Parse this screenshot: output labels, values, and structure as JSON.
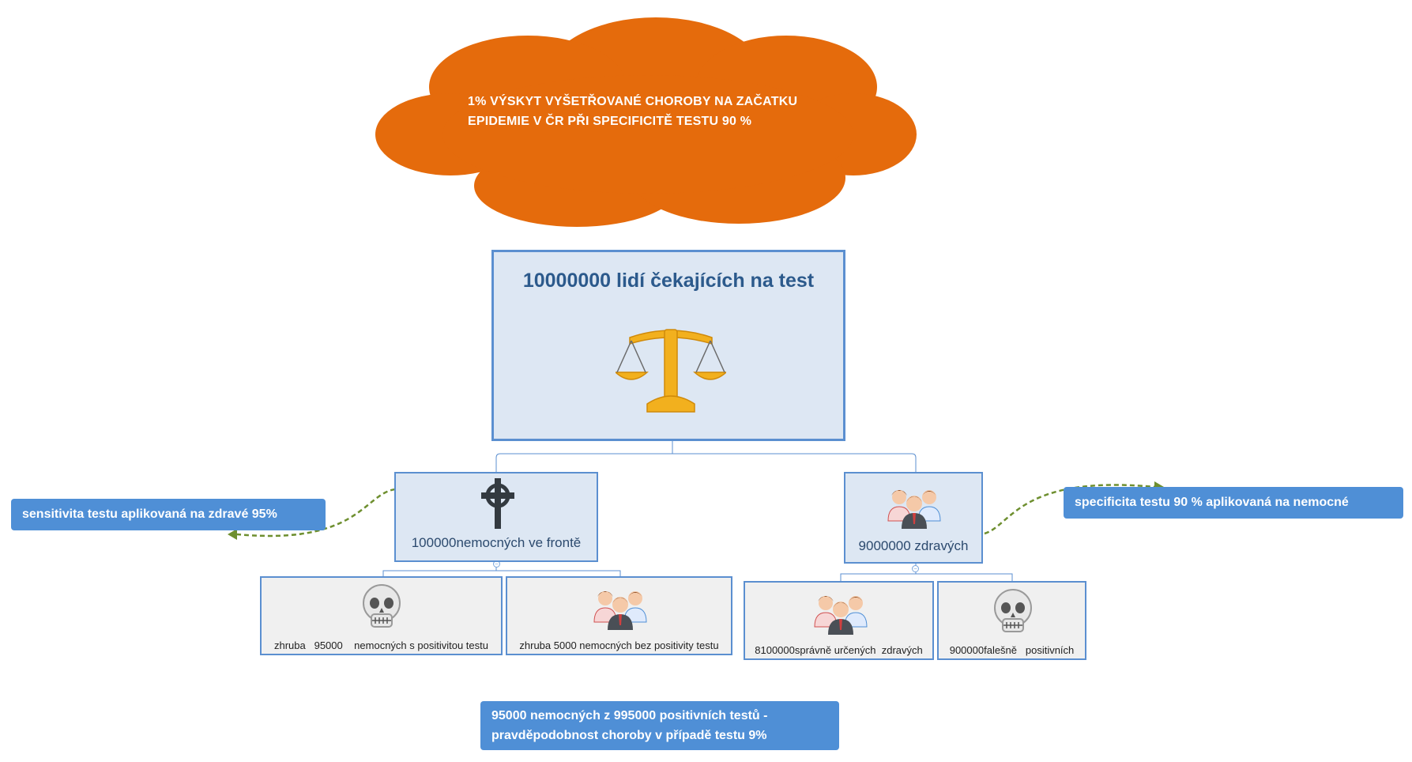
{
  "cloud": {
    "line1": "1% VÝSKYT VYŠETŘOVANÉ CHOROBY NA  ZAČATKU",
    "line2": "EPIDEMIE  V  ČR PŘI SPECIFICITĚ  TESTU 90  %",
    "color": "#e56b0c"
  },
  "root": {
    "title": "10000000 lidí čekajících na  test",
    "icon": "scales-icon"
  },
  "left_branch": {
    "label": "100000nemocných ve frontě",
    "icon": "celtic-cross-icon",
    "children": [
      {
        "label": "zhruba   95000    nemocných s positivitou testu",
        "icon": "skull-icon"
      },
      {
        "label": "zhruba 5000 nemocných bez positivity testu",
        "icon": "group-icon"
      }
    ]
  },
  "right_branch": {
    "label": "9000000 zdravých",
    "icon": "group-icon",
    "children": [
      {
        "label": "8100000správně určených  zdravých",
        "icon": "group-icon"
      },
      {
        "label": "900000falešně   positivních",
        "icon": "skull-icon"
      }
    ]
  },
  "callouts": {
    "left": "sensitivita testu aplikovaná na zdravé 95%",
    "right": "specificita testu  90  % aplikovaná na nemocné",
    "bottom_line1": "95000  nemocných z 995000  positivních testů  -",
    "bottom_line2": "pravděpodobnost choroby v případě testu 9%"
  },
  "colors": {
    "accent_blue": "#4f8fd6",
    "node_fill": "#dde7f3",
    "border_blue": "#5b8fd0",
    "arrow_green": "#6e8f2f",
    "scales_gold": "#f2b01e"
  }
}
